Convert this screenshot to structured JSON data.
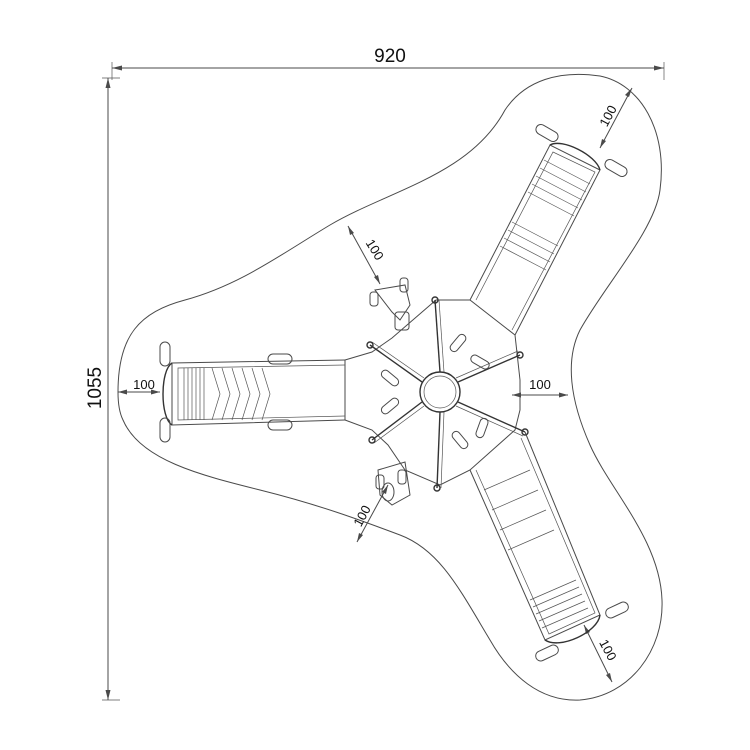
{
  "dimensions": {
    "overall_width": "920",
    "overall_height": "1055",
    "clearance": {
      "top_right": "100",
      "upper_mid": "100",
      "left": "100",
      "right": "100",
      "lower_mid": "100",
      "bottom_right": "100"
    }
  },
  "colors": {
    "line": "#4a4a4a",
    "text": "#111111",
    "background": "#ffffff"
  }
}
